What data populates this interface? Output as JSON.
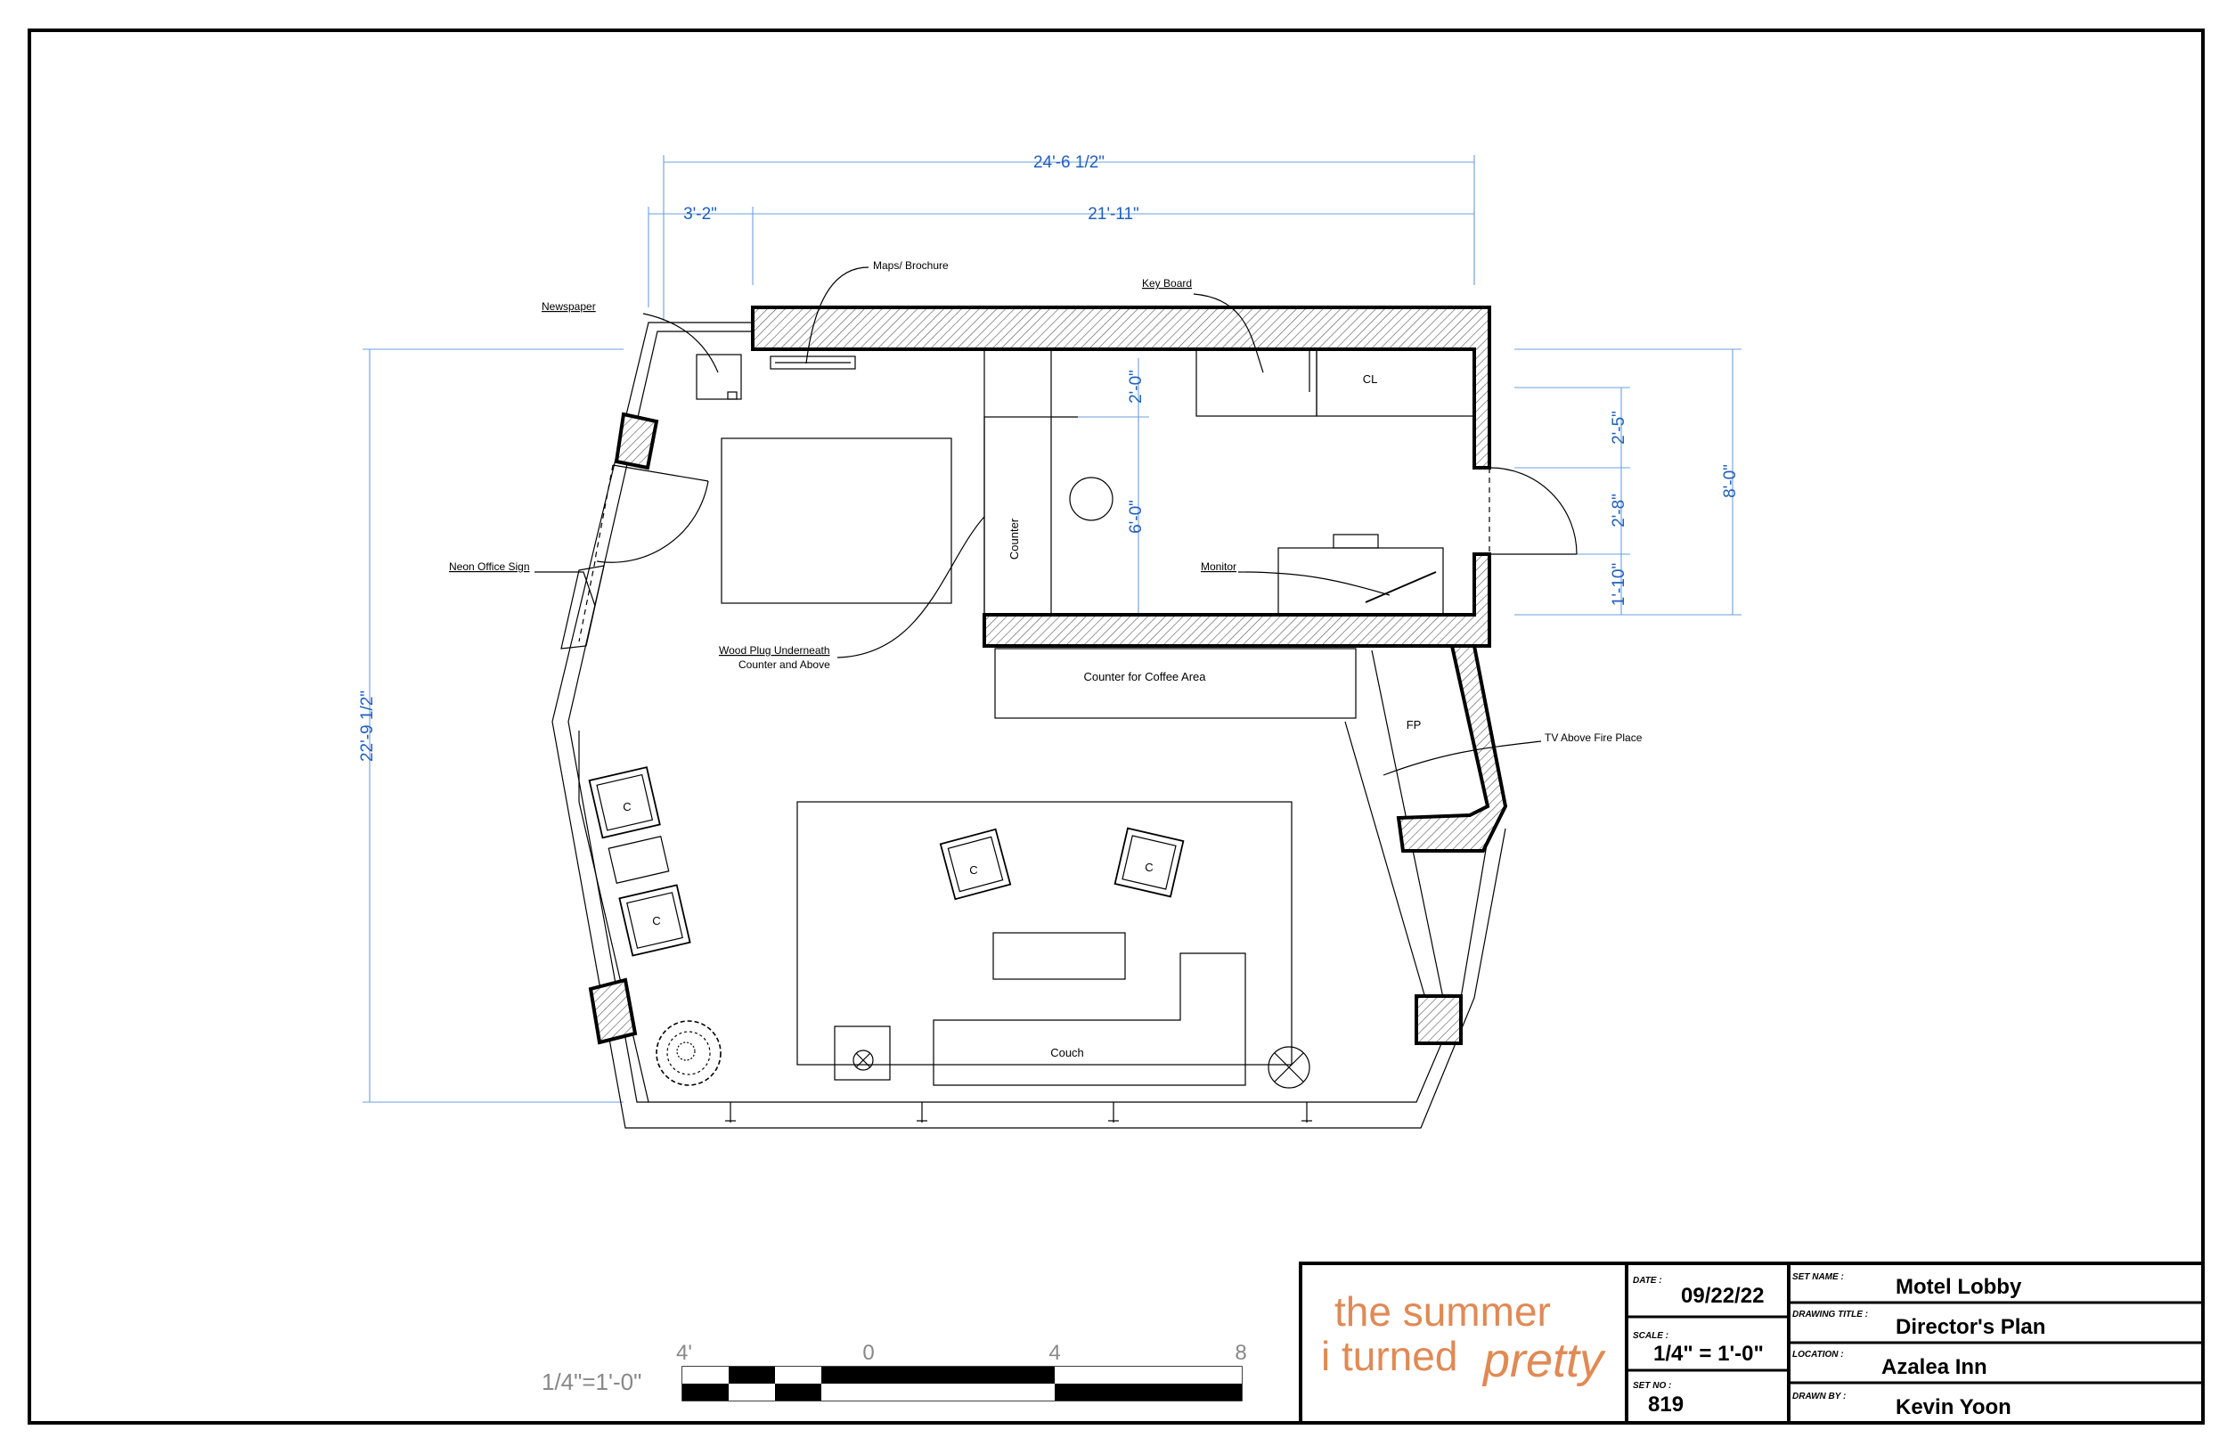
{
  "dimensions": {
    "overall_width": "24'-6 1/2\"",
    "left_offset": "3'-2\"",
    "main_width": "21'-11\"",
    "overall_depth": "22'-9 1/2\"",
    "office_upper": "2'-0\"",
    "office_lower": "6'-0\"",
    "door_top": "2'-5\"",
    "door_mid": "2'-8\"",
    "door_bottom": "1'-10\"",
    "door_total": "8'-0\""
  },
  "callouts": {
    "maps": "Maps/ Brochure",
    "newspaper": "Newspaper",
    "key_board": "Key Board",
    "neon_sign": "Neon Office Sign",
    "wood_plug_1": "Wood Plug Underneath",
    "wood_plug_2": "Counter and Above",
    "monitor": "Monitor",
    "tv": "TV Above Fire Place"
  },
  "rooms": {
    "counter": "Counter",
    "closet": "CL",
    "coffee_counter": "Counter for Coffee Area",
    "fireplace": "FP",
    "chair": "C",
    "couch": "Couch"
  },
  "scale_bar": {
    "label": "1/4\"=1'-0\"",
    "ticks": [
      "4'",
      "0",
      "4",
      "8"
    ]
  },
  "title_block": {
    "logo_line1": "the summer",
    "logo_line2": "i turned",
    "logo_line3": "pretty",
    "logo_color": "#e08a55",
    "date_key": "DATE :",
    "date": "09/22/22",
    "scale_key": "SCALE :",
    "scale": "1/4\" = 1'-0\"",
    "set_no_key": "SET NO :",
    "set_no": "819",
    "set_name_key": "SET NAME :",
    "set_name": "Motel Lobby",
    "drawing_title_key": "DRAWING TITLE :",
    "drawing_title": "Director's Plan",
    "location_key": "LOCATION :",
    "location": "Azalea Inn",
    "drawn_by_key": "DRAWN BY :",
    "drawn_by": "Kevin Yoon"
  }
}
